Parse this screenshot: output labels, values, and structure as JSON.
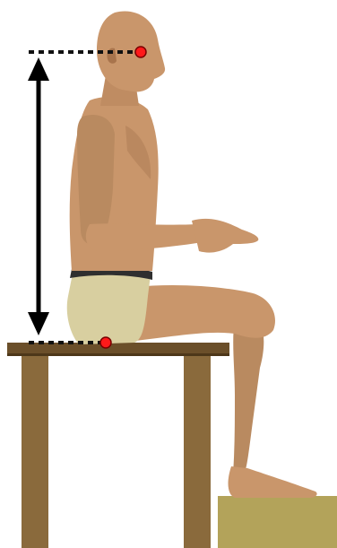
{
  "diagram": {
    "subject": "seated-person-side-view",
    "measurement": "sitting-eye-height",
    "colors": {
      "background": "#ffffff",
      "skin": "#c9966b",
      "skin_shadow": "#9a6a45",
      "underwear": "#d8cfa0",
      "waistband": "#2f2f2f",
      "table_top": "#6b4f2a",
      "table_leg": "#8a6a3c",
      "footrest": "#b3a35a",
      "dotted_line": "#111111",
      "arrow": "#000000",
      "marker": "#ff1a1a",
      "marker_outline": "#7a0000"
    },
    "markers": [
      {
        "name": "eye-point"
      },
      {
        "name": "seat-point"
      }
    ]
  }
}
